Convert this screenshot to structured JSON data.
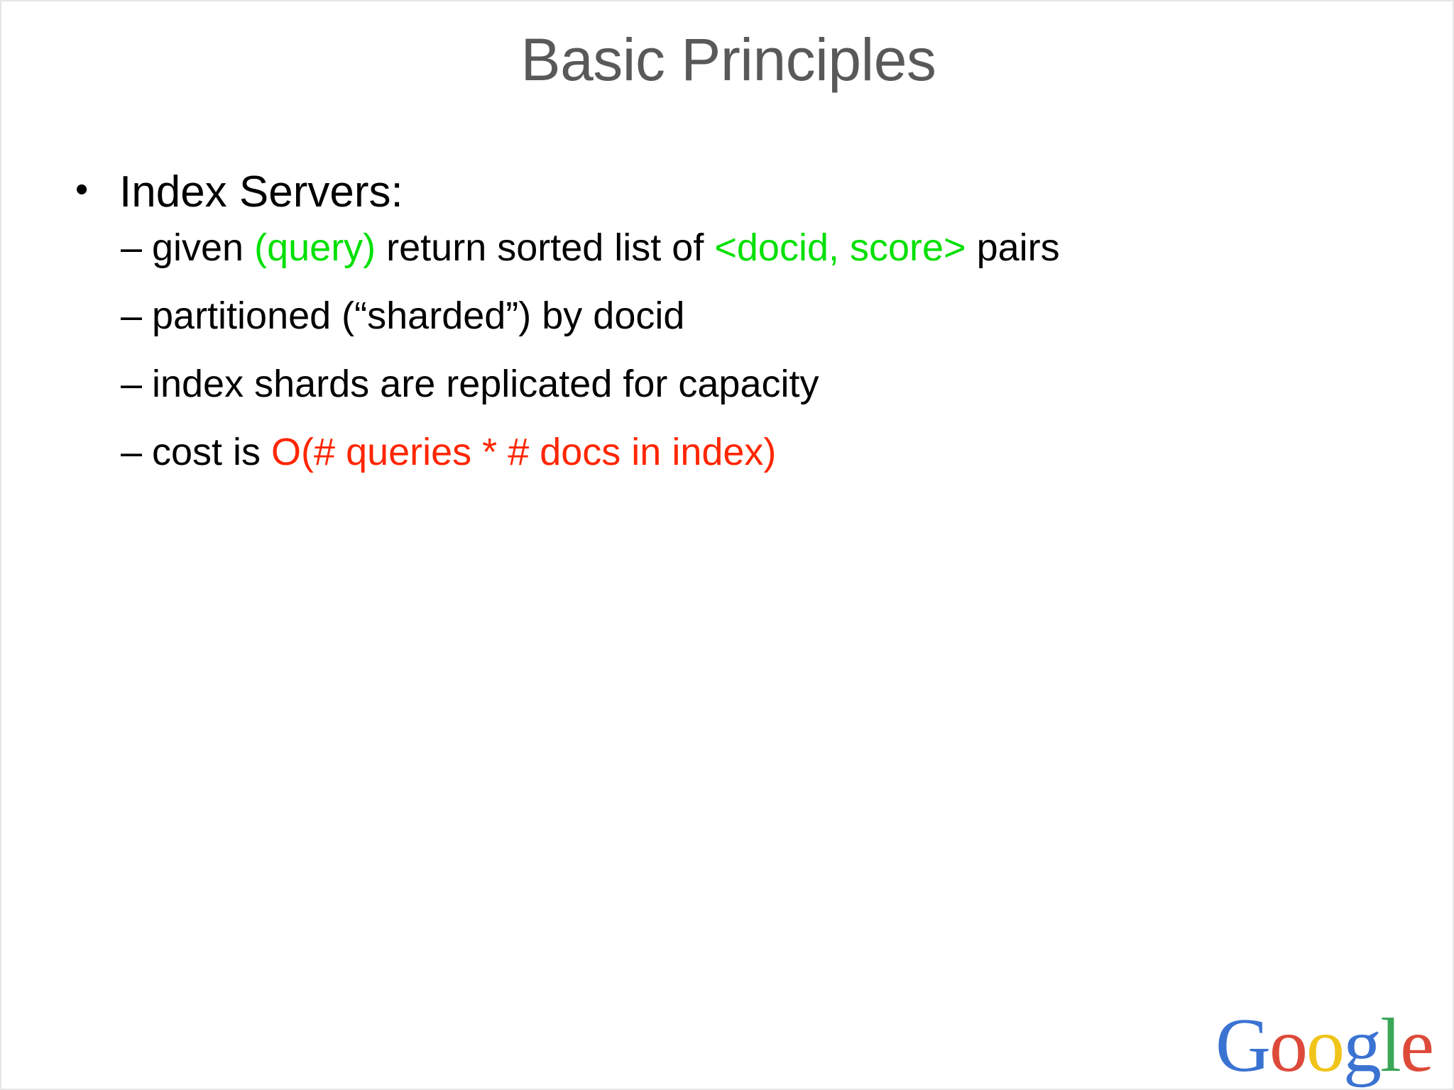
{
  "slide": {
    "title": "Basic Principles",
    "title_color": "#595959",
    "background_color": "#ffffff",
    "accent_green": "#00e000",
    "accent_red": "#ff2600",
    "body_color": "#000000"
  },
  "bullets": {
    "level1": {
      "marker": "•",
      "text": "Index Servers:"
    },
    "level2_marker": "–",
    "items": [
      {
        "segments": [
          {
            "text": "given ",
            "color": "black"
          },
          {
            "text": "(query)",
            "color": "green"
          },
          {
            "text": " return sorted list of ",
            "color": "black"
          },
          {
            "text": "<docid, score>",
            "color": "green"
          },
          {
            "text": " pairs",
            "color": "black"
          }
        ],
        "plain": "given (query) return sorted list of <docid, score> pairs"
      },
      {
        "segments": [
          {
            "text": "partitioned (“sharded”) by docid",
            "color": "black"
          }
        ],
        "plain": "partitioned (“sharded”) by docid"
      },
      {
        "segments": [
          {
            "text": "index shards are replicated for capacity",
            "color": "black"
          }
        ],
        "plain": "index shards are replicated for capacity"
      },
      {
        "segments": [
          {
            "text": "cost is ",
            "color": "black"
          },
          {
            "text": "O(# queries * # docs in index)",
            "color": "red"
          }
        ],
        "plain": "cost is O(# queries * # docs in index)"
      }
    ]
  },
  "line1_parts": {
    "a": "given ",
    "b": "(query)",
    "c": " return sorted list of ",
    "d": "<docid, score>",
    "e": " pairs"
  },
  "line4_parts": {
    "a": "cost is ",
    "b": "O(# queries * # docs in index)"
  },
  "logo": {
    "name": "google-logo",
    "letters": [
      {
        "char": "G",
        "color": "#3b73d2"
      },
      {
        "char": "o",
        "color": "#dd4a3a"
      },
      {
        "char": "o",
        "color": "#f0c419"
      },
      {
        "char": "g",
        "color": "#3b73d2"
      },
      {
        "char": "l",
        "color": "#3aa757"
      },
      {
        "char": "e",
        "color": "#dd4a3a"
      }
    ],
    "text": "Google"
  }
}
